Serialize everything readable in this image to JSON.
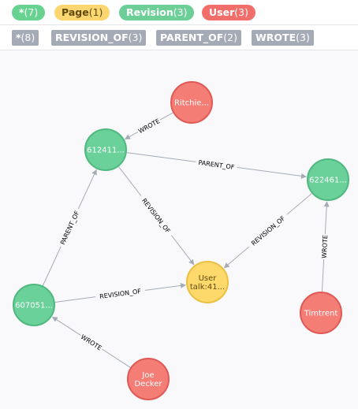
{
  "legend": {
    "node_labels": [
      {
        "name": "*",
        "count": "(7)",
        "color": "#68d391",
        "text_color": "#ffffff"
      },
      {
        "name": "Page",
        "count": "(1)",
        "color": "#fcd670",
        "text_color": "#604a0e"
      },
      {
        "name": "Revision",
        "count": "(3)",
        "color": "#6ccf97",
        "text_color": "#ffffff"
      },
      {
        "name": "User",
        "count": "(3)",
        "color": "#f16e6a",
        "text_color": "#ffffff"
      }
    ],
    "relationship_types": [
      {
        "name": "*",
        "count": "(8)"
      },
      {
        "name": "REVISION_OF",
        "count": "(3)"
      },
      {
        "name": "PARENT_OF",
        "count": "(2)"
      },
      {
        "name": "WROTE",
        "count": "(3)"
      }
    ]
  },
  "graph": {
    "colors": {
      "Revision": {
        "fill": "#6ad19a",
        "stroke": "#4fb87e",
        "text": "#ffffff"
      },
      "User": {
        "fill": "#f47d76",
        "stroke": "#df5a56",
        "text": "#ffffff"
      },
      "Page": {
        "fill": "#fdd96c",
        "stroke": "#ecbf40",
        "text": "#604a0e"
      },
      "edge": "#a5abb6"
    },
    "nodes": [
      {
        "id": "ritchie",
        "type": "User",
        "lines": [
          "Ritchie..."
        ]
      },
      {
        "id": "rev612",
        "type": "Revision",
        "lines": [
          "612411..."
        ]
      },
      {
        "id": "rev622",
        "type": "Revision",
        "lines": [
          "622461..."
        ]
      },
      {
        "id": "page",
        "type": "Page",
        "lines": [
          "User",
          "talk:41..."
        ]
      },
      {
        "id": "rev607",
        "type": "Revision",
        "lines": [
          "607051..."
        ]
      },
      {
        "id": "timtrent",
        "type": "User",
        "lines": [
          "Timtrent"
        ]
      },
      {
        "id": "joe",
        "type": "User",
        "lines": [
          "Joe",
          "Decker"
        ]
      }
    ],
    "edges": [
      {
        "id": "e1",
        "from": "ritchie",
        "to": "rev612",
        "label": "WROTE"
      },
      {
        "id": "e2",
        "from": "rev612",
        "to": "rev622",
        "label": "PARENT_OF"
      },
      {
        "id": "e3",
        "from": "rev612",
        "to": "page",
        "label": "REVISION_OF"
      },
      {
        "id": "e4",
        "from": "rev622",
        "to": "page",
        "label": "REVISION_OF"
      },
      {
        "id": "e5",
        "from": "timtrent",
        "to": "rev622",
        "label": "WROTE"
      },
      {
        "id": "e6",
        "from": "rev607",
        "to": "rev612",
        "label": "PARENT_OF"
      },
      {
        "id": "e7",
        "from": "rev607",
        "to": "page",
        "label": "REVISION_OF"
      },
      {
        "id": "e8",
        "from": "joe",
        "to": "rev607",
        "label": "WROTE"
      }
    ]
  }
}
